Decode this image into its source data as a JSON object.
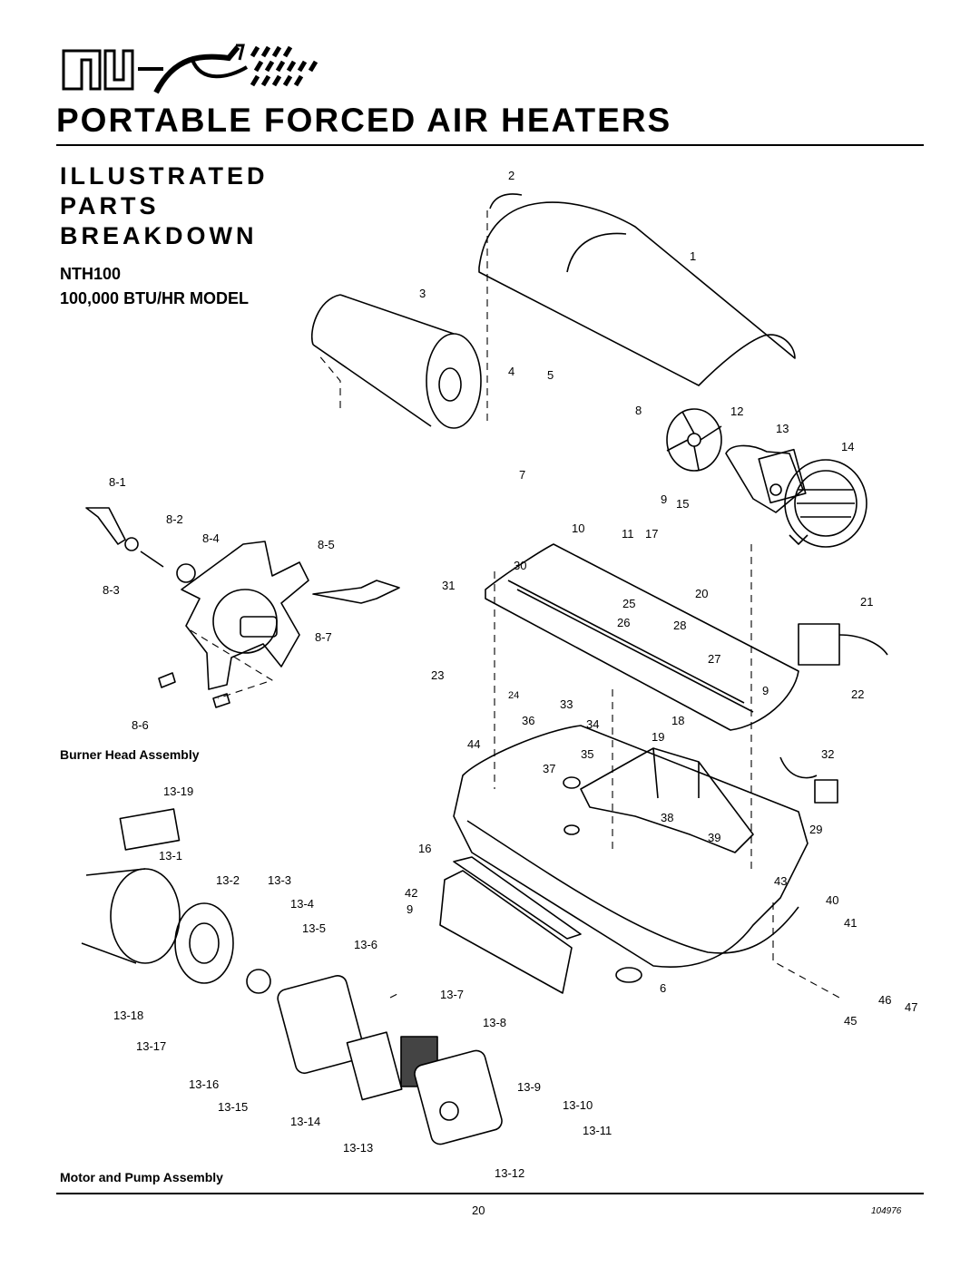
{
  "brand": {
    "logo_text": "NU-AIR"
  },
  "header": {
    "title": "PORTABLE FORCED AIR HEATERS"
  },
  "section": {
    "title_lines": [
      "ILLUSTRATED",
      "PARTS",
      "BREAKDOWN"
    ],
    "model": "NTH100",
    "model_desc": "100,000 BTU/HR MODEL"
  },
  "captions": {
    "burner": "Burner Head Assembly",
    "motor_pump": "Motor and Pump Assembly"
  },
  "part_numbers": {
    "main": [
      "1",
      "2",
      "3",
      "4",
      "5",
      "6",
      "7",
      "8",
      "9",
      "10",
      "11",
      "12",
      "13",
      "14",
      "15",
      "16",
      "17",
      "18",
      "19",
      "20",
      "21",
      "22",
      "23",
      "24",
      "25",
      "26",
      "27",
      "28",
      "29",
      "30",
      "31",
      "32",
      "33",
      "34",
      "35",
      "36",
      "37",
      "38",
      "39",
      "40",
      "41",
      "42",
      "43",
      "44",
      "45",
      "46",
      "47"
    ],
    "burner": [
      "8-1",
      "8-2",
      "8-3",
      "8-4",
      "8-5",
      "8-6",
      "8-7"
    ],
    "motor": [
      "13-1",
      "13-2",
      "13-3",
      "13-4",
      "13-5",
      "13-6",
      "13-7",
      "13-8",
      "13-9",
      "13-10",
      "13-11",
      "13-12",
      "13-13",
      "13-14",
      "13-15",
      "13-16",
      "13-17",
      "13-18",
      "13-19"
    ]
  },
  "footer": {
    "page_number": "20",
    "doc_number": "104976"
  }
}
